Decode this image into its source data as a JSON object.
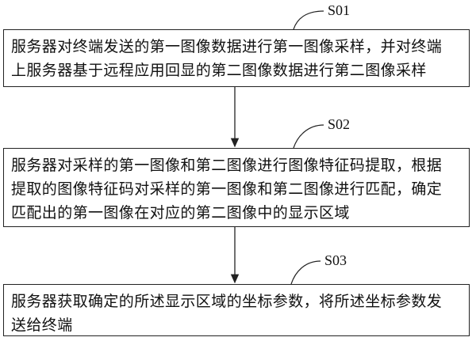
{
  "steps": [
    {
      "label": "S01",
      "text": "服务器对终端发送的第一图像数据进行第一图像采样，并对终端\n上服务器基于远程应用回显的第二图像数据进行第二图像采样"
    },
    {
      "label": "S02",
      "text": "服务器对采样的第一图像和第二图像进行图像特征码提取，根据\n提取的图像特征码对采样的第一图像和第二图像进行匹配，确定\n匹配出的第一图像在对应的第二图像中的显示区域"
    },
    {
      "label": "S03",
      "text": "服务器获取确定的所述显示区域的坐标参数，将所述坐标参数发\n送给终端"
    }
  ]
}
